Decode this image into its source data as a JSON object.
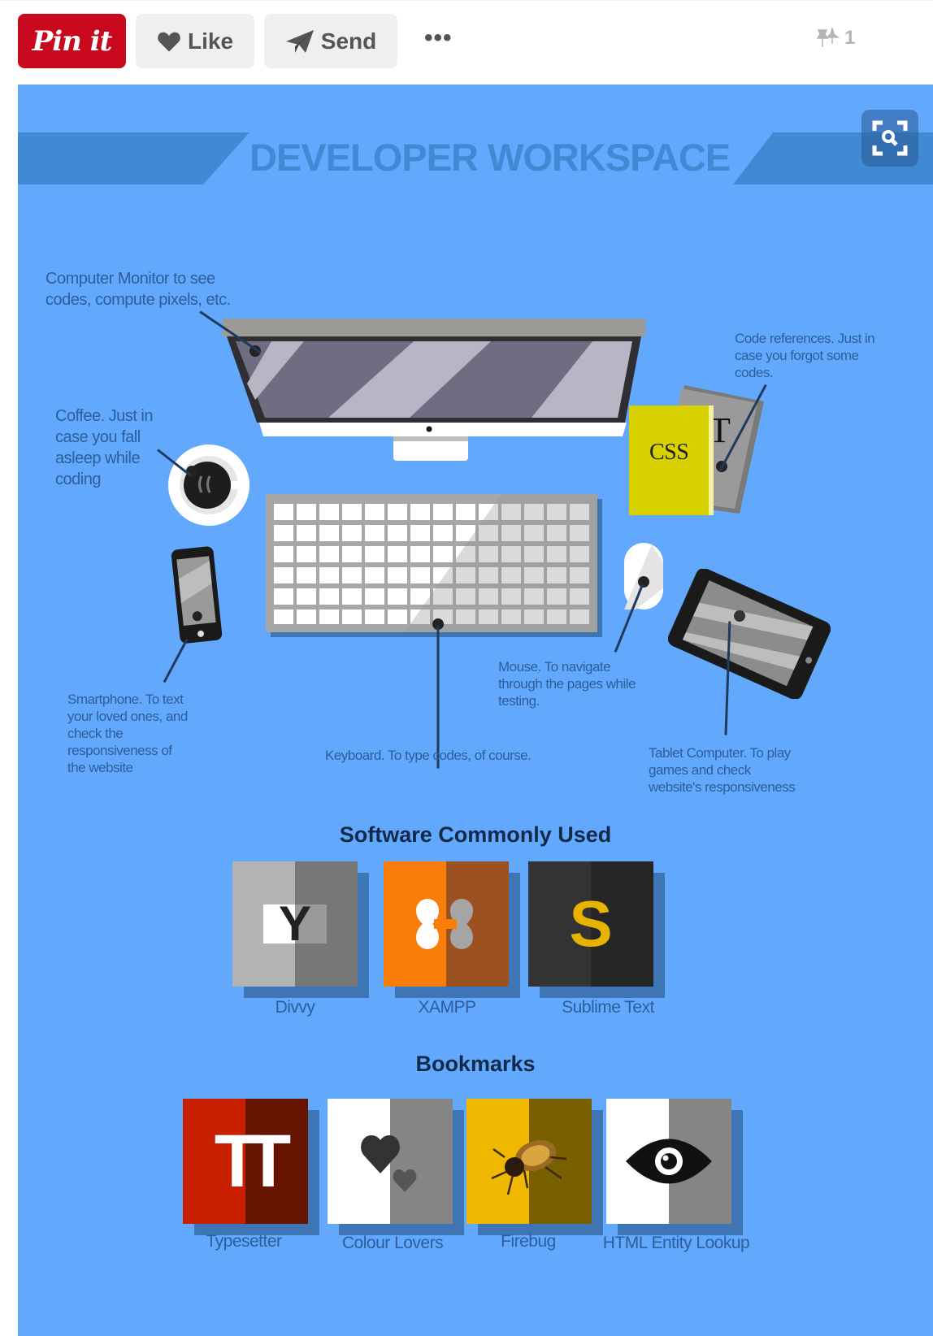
{
  "toolbar": {
    "pin_label": "Pin it",
    "like_label": "Like",
    "send_label": "Send",
    "more_label": "•••",
    "pin_count": "1"
  },
  "infographic": {
    "title": "DEVELOPER WORKSPACE",
    "zoom_icon": "visual-search-icon",
    "colors": {
      "background": "#62a9fd",
      "banner": "#3f8ad3",
      "text": "#2d5e9a",
      "heading": "#112a4a",
      "pin_red": "#c8081d"
    },
    "annotations": {
      "monitor": [
        "Computer Monitor to see",
        "codes, compute pixels, etc."
      ],
      "coffee": [
        "Coffee. Just in",
        "case you fall",
        "asleep while",
        "coding"
      ],
      "code_refs": [
        "Code references. Just in",
        "case you forgot some",
        "codes."
      ],
      "smartphone": [
        "Smartphone. To text",
        "your loved ones, and",
        "check the",
        "responsiveness of",
        "the website"
      ],
      "keyboard": "Keyboard. To type codes, of course.",
      "mouse": [
        "Mouse. To navigate",
        "through the pages while",
        "testing."
      ],
      "tablet": [
        "Tablet Computer. To play",
        "games and check",
        "website's responsiveness"
      ]
    },
    "book_label": "CSS",
    "book2_letter": "T",
    "software": {
      "heading": "Software Commonly Used",
      "items": [
        {
          "label": "Divvy",
          "left": "#b3b3b3",
          "right": "#777777",
          "glyph": "Y",
          "glyph_color": "#222222"
        },
        {
          "label": "XAMPP",
          "left": "#fa7d09",
          "right": "#9b5120",
          "glyph": "ꝏ",
          "glyph_color": "#ffffff"
        },
        {
          "label": "Sublime Text",
          "left": "#333333",
          "right": "#262626",
          "glyph": "S",
          "glyph_color": "#e8b300"
        }
      ]
    },
    "bookmarks": {
      "heading": "Bookmarks",
      "items": [
        {
          "label": "Typesetter",
          "left": "#c81f00",
          "right": "#661400",
          "glyph": "TT",
          "glyph_color": "#ffffff"
        },
        {
          "label": "Colour Lovers",
          "left": "#ffffff",
          "right": "#858585",
          "glyph": "♥",
          "glyph_color": "#333333"
        },
        {
          "label": "Firebug",
          "left": "#f0b800",
          "right": "#7a5f00",
          "glyph": "🐞",
          "glyph_color": "#5a3a10"
        },
        {
          "label": "HTML Entity Lookup",
          "left": "#ffffff",
          "right": "#858585",
          "glyph": "◉",
          "glyph_color": "#111111"
        }
      ]
    }
  }
}
